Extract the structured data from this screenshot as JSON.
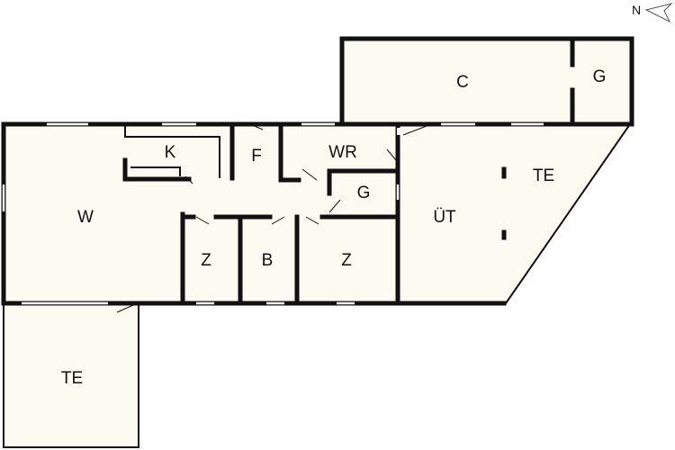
{
  "compass": {
    "label": "N"
  },
  "rooms": {
    "c": "C",
    "g_top": "G",
    "k": "K",
    "f": "F",
    "wr": "WR",
    "g_mid": "G",
    "w": "W",
    "z_left": "Z",
    "b": "B",
    "z_right": "Z",
    "ut": "ÜT",
    "te_right": "TE",
    "te_bottom": "TE"
  },
  "colors": {
    "floor": "#fbfbf1",
    "wall": "#111111"
  }
}
